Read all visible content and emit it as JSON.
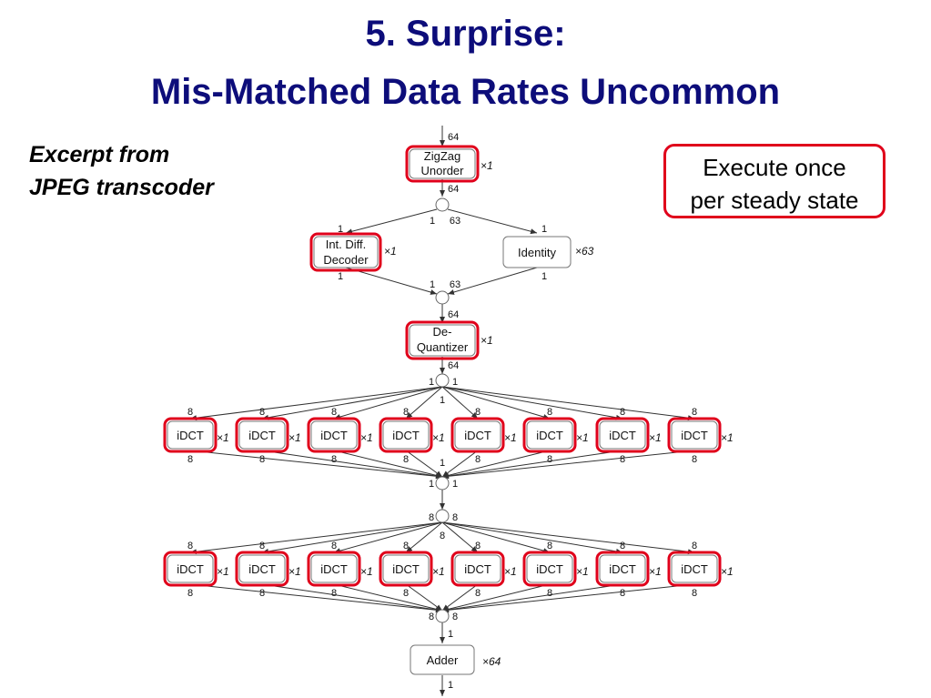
{
  "title": {
    "line1": "5. Surprise:",
    "line2": "Mis-Matched Data Rates Uncommon"
  },
  "excerpt": {
    "line1": "Excerpt from",
    "line2": "JPEG transcoder"
  },
  "callout": {
    "line1": "Execute once",
    "line2": "per steady state"
  },
  "colors": {
    "title": "#0d0d7a",
    "highlight": "#e0001b",
    "node_border": "#777777",
    "edge": "#333333"
  },
  "graph": {
    "zigzag": {
      "line1": "ZigZag",
      "line2": "Unorder",
      "mult": "×1",
      "in_rate": "64",
      "out_rate": "64"
    },
    "split1": {
      "left_rate": "1",
      "right_rate": "63"
    },
    "intdiff": {
      "line1": "Int. Diff.",
      "line2": "Decoder",
      "mult": "×1",
      "in_rate": "1",
      "out_rate": "1"
    },
    "identity": {
      "label": "Identity",
      "mult": "×63",
      "in_rate": "1",
      "out_rate": "1"
    },
    "join1": {
      "left_rate": "1",
      "right_rate": "63",
      "out_rate": "64"
    },
    "dequant": {
      "line1": "De-",
      "line2": "Quantizer",
      "mult": "×1",
      "out_rate": "64"
    },
    "split2": {
      "left_rate": "1",
      "right_rate": "1",
      "mid_rate": "1"
    },
    "idct_row1": {
      "label": "iDCT",
      "mult": "×1",
      "in_rate": "8",
      "out_rate": "8",
      "count": 8
    },
    "join2": {
      "mid_rate": "1",
      "left_rate": "1",
      "right_rate": "1"
    },
    "split3": {
      "left_rate": "8",
      "right_rate": "8",
      "mid_rate": "8"
    },
    "idct_row2": {
      "label": "iDCT",
      "mult": "×1",
      "in_rate": "8",
      "out_rate": "8",
      "count": 8
    },
    "join3": {
      "left_rate": "8",
      "right_rate": "8",
      "out_rate": "1"
    },
    "adder": {
      "label": "Adder",
      "mult": "×64",
      "out_rate": "1"
    }
  }
}
